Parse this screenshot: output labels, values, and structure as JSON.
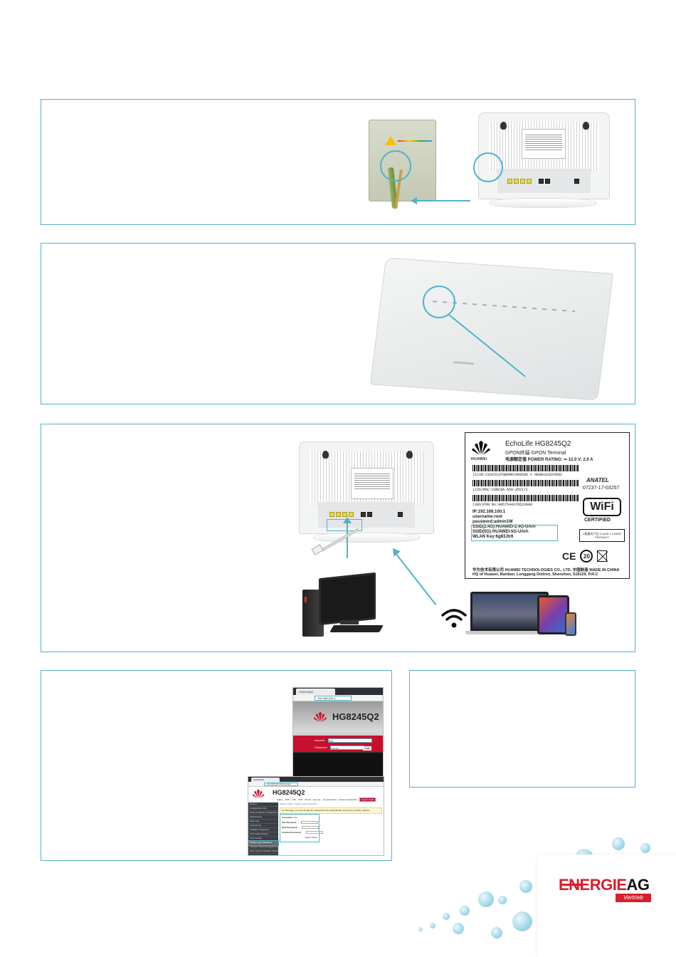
{
  "colors": {
    "accent": "#4fb3c9",
    "brand_red": "#d81e2c",
    "huawei_red": "#c8102e"
  },
  "type_label": {
    "model": "EchoLife HG8245Q2",
    "subtitle": "GPON终端 GPON Terminal",
    "power": "电源额定值 POWER RATING: ⎓ 12.0 V; 2.0 A",
    "sn_line": "(S)SN:2102311FGB6RKC009586  V HG8B101824582",
    "mac_line": "(23S)MAC:C0BC9A-56A-2D2171",
    "pon_line": "(38S)PON No:48575443765239A8",
    "anatel": "ANATEL",
    "anatel_number": "07237-17-03257",
    "wifi_logo": "WiFi",
    "wifi_certified": "CERTIFIED",
    "laser": "1类激光产品 CLASS 1 LASER PRODUCT",
    "ip": "IP:192.168.100.1",
    "username": "username:root",
    "password": "password:admin1W",
    "ssid_24": "SSID(2.4G):HUAWEI-2.4G-UArh",
    "ssid_5": "SSID(5G):HUAWEI-5G-UArh",
    "wlan_key": "WLAN Key:6g83Jtr6",
    "ce_mark": "CE",
    "rohs_20": "20",
    "manufacturer": "华为技术有限公司 HUAWEI TECHNOLOGIES CO., LTD.   中国制造 MADE IN CHINA",
    "address": "HQ of Huawei, Bantian, Longgang District, Shenzhen, 518129, P.R.C",
    "brand": "HUAWEI"
  },
  "login_browser": {
    "tab_title": "HG8245Q2",
    "url": "192.168.100.1",
    "page_title": "HG8245Q2",
    "account_label": "Account",
    "account_value": "root",
    "password_label": "Password",
    "password_value": "••••••••",
    "login_button": "Login",
    "brand": "HUAWEI"
  },
  "config_browser": {
    "tab_title": "HG8245Q2",
    "url": "192.168.100.1/index.asp",
    "page_title": "HG8245Q2",
    "brand": "HUAWEI",
    "menu": [
      "Status",
      "WAN",
      "LAN",
      "IPv6",
      "WLAN",
      "Security",
      "Forward Rules",
      "Network Application",
      "System Tools"
    ],
    "active_menu": "System Tools",
    "sidebar": [
      "Reboot",
      "Configuration File",
      "Restore Default Configuration",
      "Maintenance",
      "Web Logs",
      "Firewall Log",
      "Intelligent Diagnosis",
      "ONT Authentication",
      "Time Setting",
      "Modify Login Password",
      "Indicator Status Management",
      "Open Source Software Notice"
    ],
    "selected_sidebar": "Modify Login Password",
    "breadcrumb": "System Tools > Modify Login Password",
    "note": "On this page, you can change the password of the administrator account for security reasons.",
    "form_username_label": "Username:",
    "form_username_value": "root",
    "form_old_label": "Old Password:",
    "form_new_label": "New Password:",
    "form_confirm_label": "Confirm Password:",
    "form_buttons": "Apply   Cancel"
  },
  "logo": {
    "name_red": "ENERGIE",
    "name_black": "AG",
    "sub": "Vertrieb"
  }
}
